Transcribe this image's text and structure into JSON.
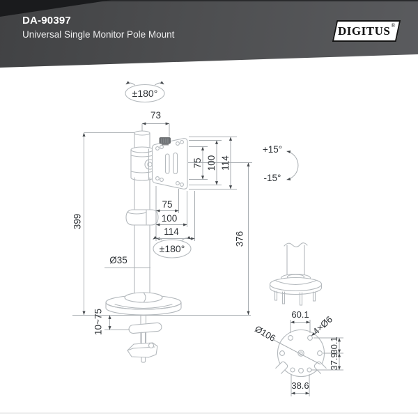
{
  "header": {
    "product_code": "DA-90397",
    "product_name": "Universal Single Monitor Pole Mount",
    "brand": "DIGITUS",
    "registered_mark": "®",
    "banner_color": "#4d4e50",
    "banner_accent_color": "#1a1b1d",
    "text_color": "#ffffff",
    "logo_bg": "#ffffff",
    "logo_text_color": "#111111"
  },
  "drawing": {
    "line_color": "#b4b9bd",
    "dim_line_color": "#a9aeb2",
    "dim_text_color": "#2e3236",
    "labels": {
      "rotation_top": "±180°",
      "rotation_mid": "±180°",
      "top_width": "73",
      "tilt_up": "+15°",
      "tilt_down": "-15°",
      "pole_height": "399",
      "pole_diameter": "Ø35",
      "mount_height": "376",
      "clamp_range": "10~75",
      "vesa_vertical": [
        "75",
        "100",
        "114"
      ],
      "vesa_horizontal": [
        "75",
        "100",
        "114"
      ],
      "base_hole_pitch_top": "60.1",
      "base_screw_holes": "4×Ø6",
      "base_diameter": "Ø106",
      "base_offset_upper": "30.1",
      "base_offset_lower": "37.9",
      "base_hole_pitch_bottom": "38.6"
    }
  }
}
